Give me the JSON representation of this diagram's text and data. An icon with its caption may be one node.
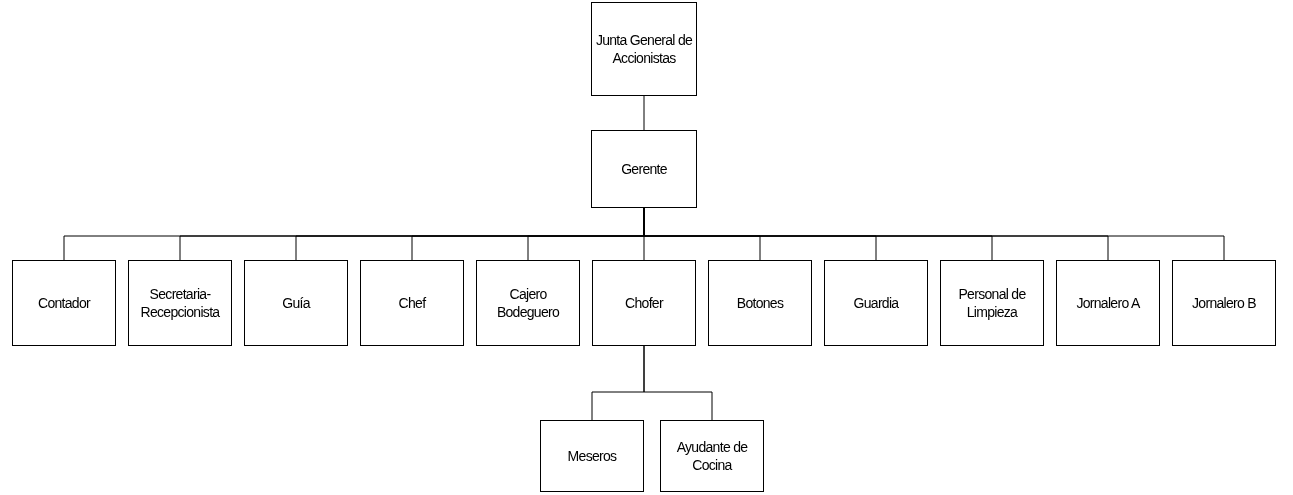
{
  "diagram": {
    "nodes": [
      {
        "text": [
          "Junta General de Accionistas"
        ]
      },
      {
        "text": [
          "Gerente"
        ]
      },
      {
        "text": [
          "Contador"
        ]
      },
      {
        "text": [
          "Secretaria-Recepcionista"
        ]
      },
      {
        "text": [
          "Guía"
        ]
      },
      {
        "text": [
          "Chef"
        ]
      },
      {
        "text": [
          "Cajero Bodeguero"
        ]
      },
      {
        "text": [
          "Chofer"
        ]
      },
      {
        "text": [
          "Botones"
        ]
      },
      {
        "text": [
          "Guardia"
        ]
      },
      {
        "text": [
          "Personal de Limpieza"
        ]
      },
      {
        "text": [
          "Jornalero A"
        ]
      },
      {
        "text": [
          "Jornalero B"
        ]
      },
      {
        "text": [
          "Meseros"
        ]
      },
      {
        "text": [
          "Ayudante de Cocina"
        ]
      }
    ],
    "edges": [
      {
        "from": 0,
        "to": 1,
        "arrow": "none"
      },
      {
        "from": 1,
        "to": 2,
        "arrow": "none"
      },
      {
        "from": 1,
        "to": 3,
        "arrow": "none"
      },
      {
        "from": 1,
        "to": 4,
        "arrow": "none"
      },
      {
        "from": 1,
        "to": 5,
        "arrow": "none"
      },
      {
        "from": 1,
        "to": 6,
        "arrow": "none"
      },
      {
        "from": 1,
        "to": 7,
        "arrow": "none"
      },
      {
        "from": 1,
        "to": 8,
        "arrow": "none"
      },
      {
        "from": 1,
        "to": 9,
        "arrow": "none"
      },
      {
        "from": 1,
        "to": 10,
        "arrow": "none"
      },
      {
        "from": 1,
        "to": 11,
        "arrow": "none"
      },
      {
        "from": 1,
        "to": 12,
        "arrow": "none"
      },
      {
        "from": 7,
        "to": 13,
        "arrow": "none"
      },
      {
        "from": 7,
        "to": 14,
        "arrow": "none"
      }
    ]
  }
}
